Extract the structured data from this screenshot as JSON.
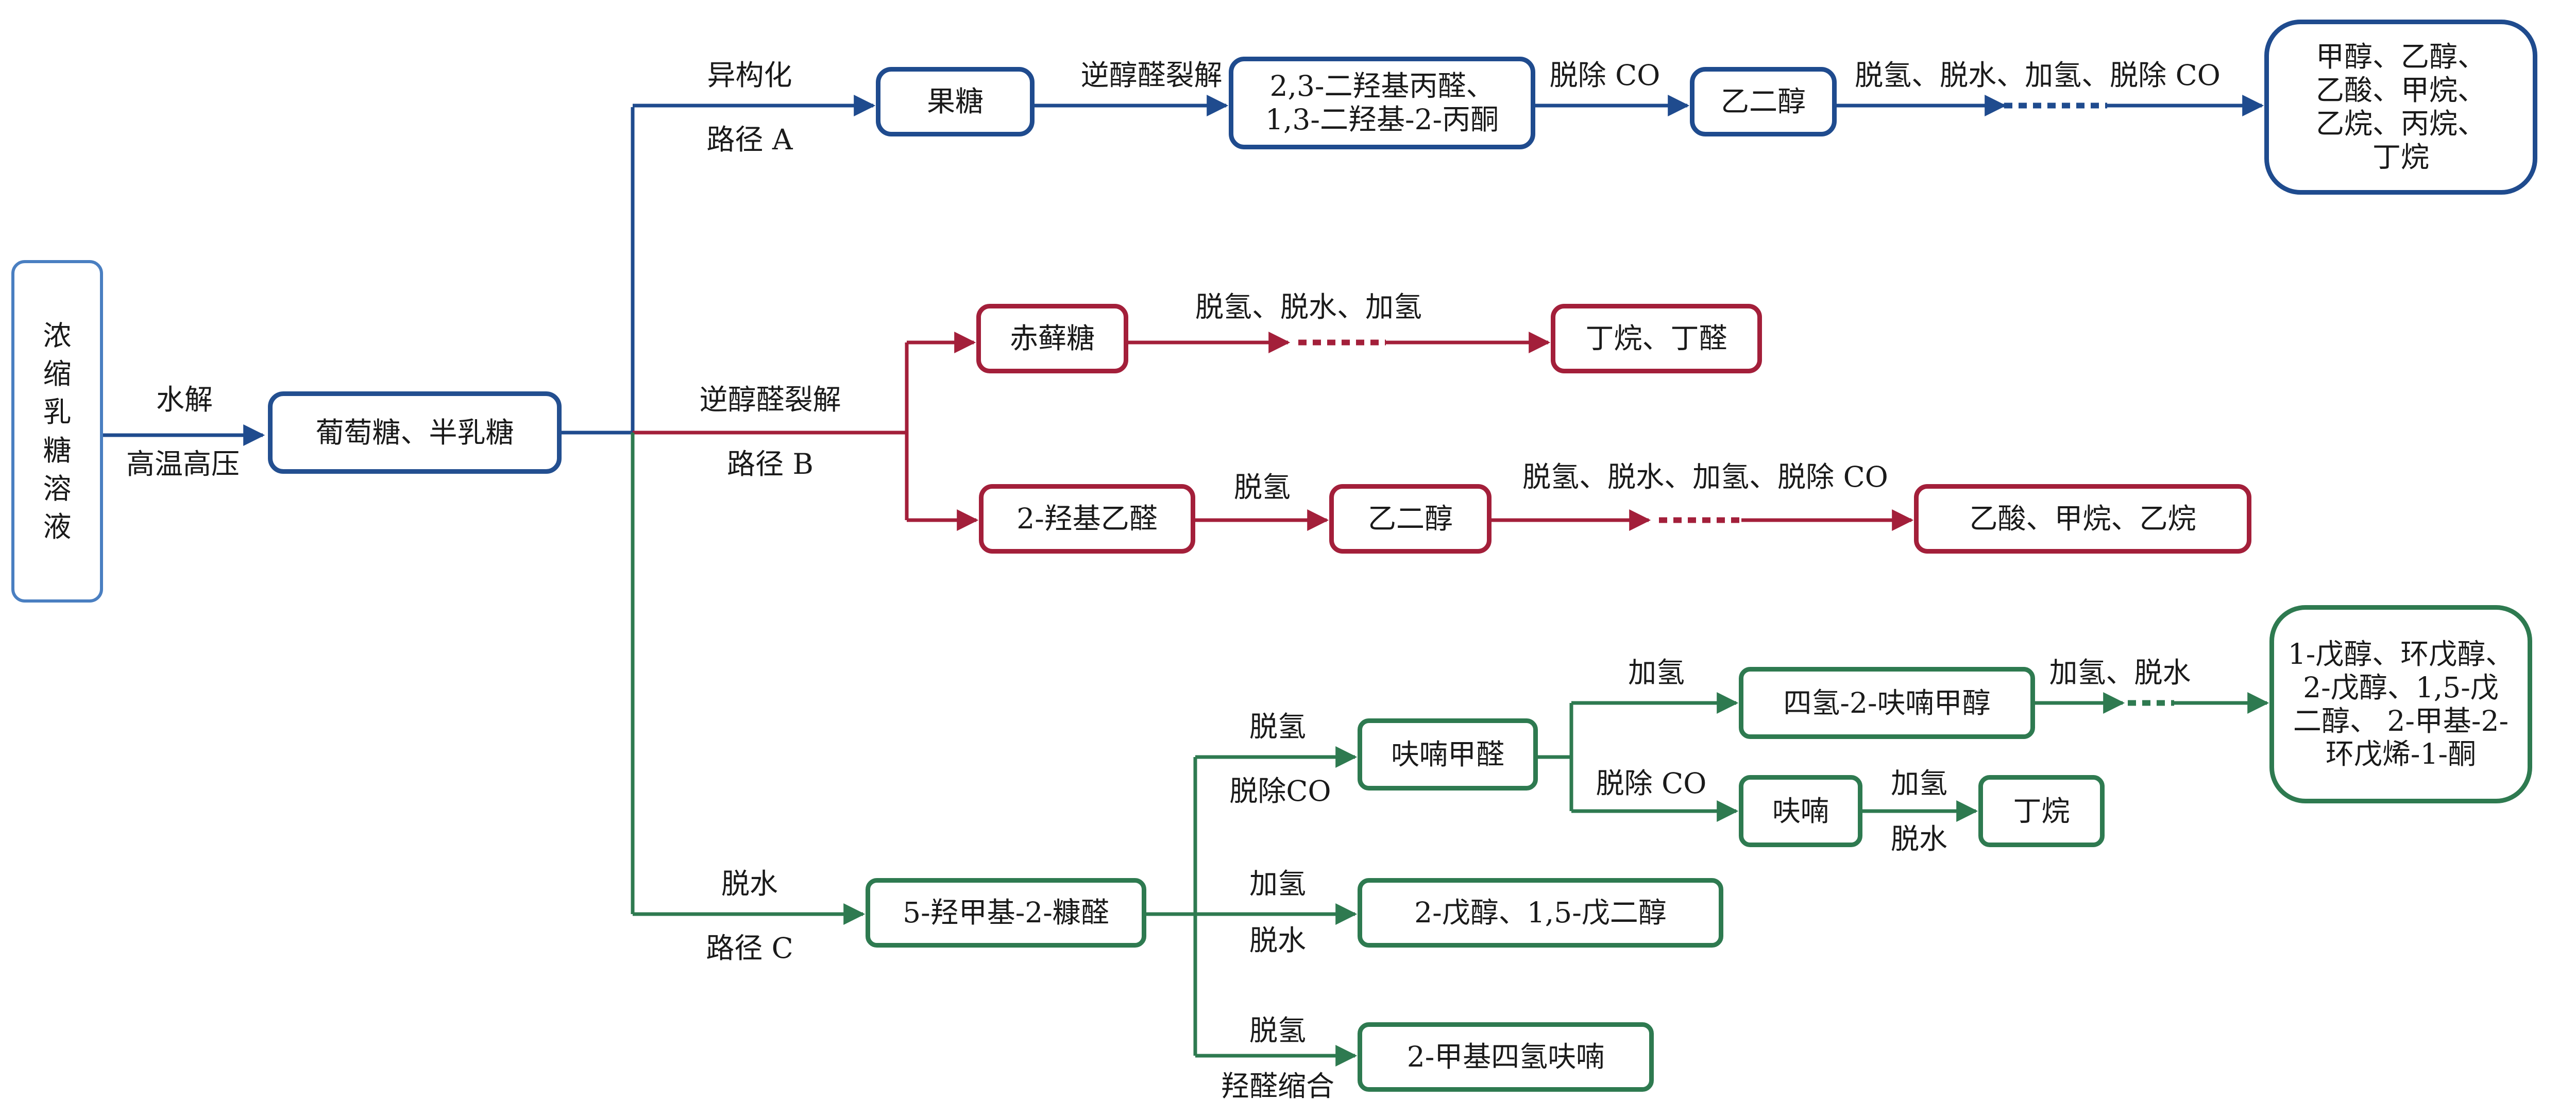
{
  "colors": {
    "source": "#4a7fc1",
    "path_a": "#1f4b8e",
    "path_b": "#a31f3a",
    "path_c": "#2e7a50",
    "text": "#1a1a1a"
  },
  "nodes": {
    "source": "浓\n缩\n乳\n糖\n溶\n液",
    "glucose_galactose": "葡萄糖、半乳糖",
    "fructose": "果糖",
    "triose": "2,3-二羟基丙醛、\n1,3-二羟基-2-丙酮",
    "ethylene_glycol_a": "乙二醇",
    "products_a": "甲醇、乙醇、\n乙酸、甲烷、\n乙烷、丙烷、\n丁烷",
    "erythrose": "赤藓糖",
    "butane_butanal": "丁烷、丁醛",
    "glycolaldehyde": "2-羟基乙醛",
    "ethylene_glycol_b": "乙二醇",
    "products_b": "乙酸、甲烷、乙烷",
    "hmf": "5-羟甲基-2-糠醛",
    "furfural": "呋喃甲醛",
    "thfa": "四氢-2-呋喃甲醇",
    "products_c1": "1-戊醇、环戊醇、\n2-戊醇、1,5-戊\n二醇、 2-甲基-2-\n环戊烯-1-酮",
    "furan": "呋喃",
    "butane_c": "丁烷",
    "pentanols": "2-戊醇、1,5-戊二醇",
    "mthf": "2-甲基四氢呋喃"
  },
  "labels": {
    "hydrolysis": "水解",
    "high_temp_pressure": "高温高压",
    "isomerization": "异构化",
    "path_a": "路径 A",
    "retro_aldol_a": "逆醇醛裂解",
    "decarbonylation_a": "脱除 CO",
    "steps_a": "脱氢、脱水、加氢、脱除 CO",
    "retro_aldol_b": "逆醇醛裂解",
    "path_b": "路径 B",
    "steps_erythrose": "脱氢、脱水、加氢",
    "dehydrogenation_b": "脱氢",
    "steps_b": "脱氢、脱水、加氢、脱除 CO",
    "dehydration_c": "脱水",
    "path_c": "路径 C",
    "dehydrogenation_c": "脱氢",
    "decarbonylation_c": "脱除CO",
    "hydrogenation_thfa": "加氢",
    "decarbonylation_furan": "脱除 CO",
    "hydrogenation_dehydration": "加氢、脱水",
    "hydrogenation_furan": "加氢",
    "dehydration_furan": "脱水",
    "hydrogenation_pent": "加氢",
    "dehydration_pent": "脱水",
    "dehydrogenation_mthf": "脱氢",
    "aldol_condensation": "羟醛缩合"
  }
}
